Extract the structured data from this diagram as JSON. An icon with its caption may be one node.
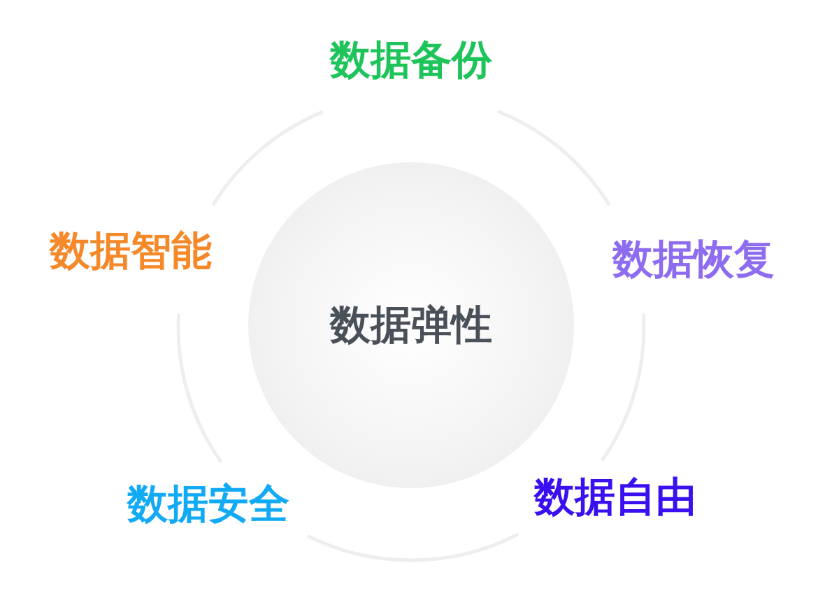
{
  "diagram": {
    "nodes": [
      {
        "text": [
          "数据弹性"
        ]
      }
    ],
    "labels": [
      "数据备份",
      "数据智能",
      "数据恢复",
      "数据安全",
      "数据自由"
    ]
  }
}
